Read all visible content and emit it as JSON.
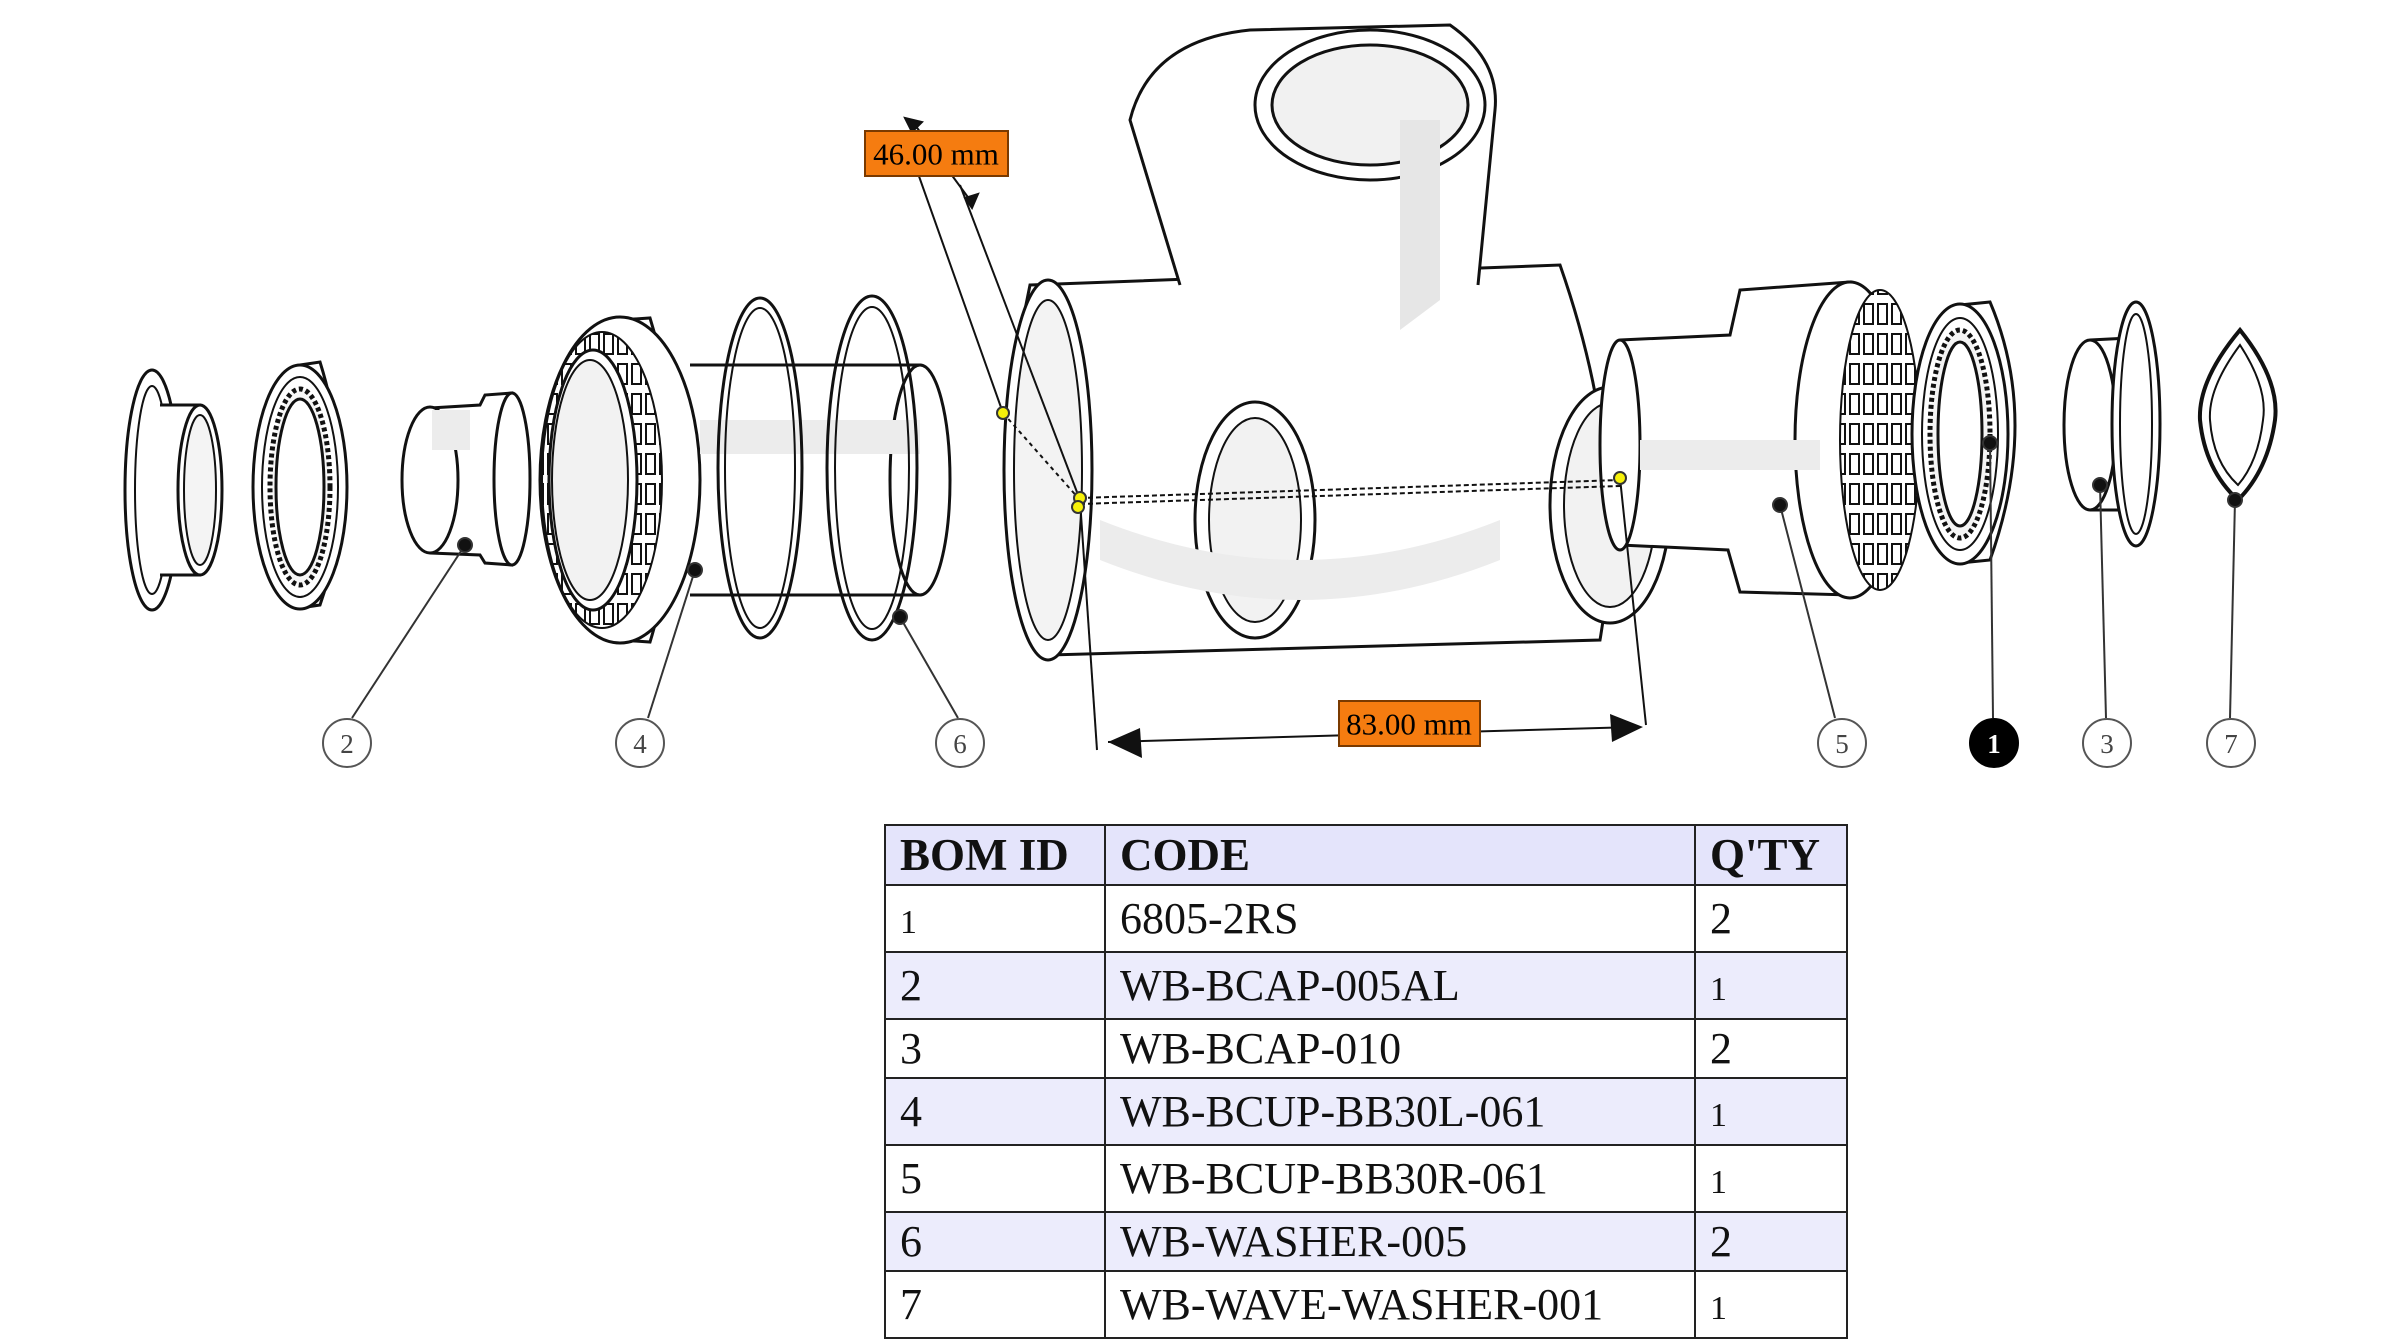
{
  "dimensions": [
    {
      "label": "46.00 mm"
    },
    {
      "label": "83.00 mm"
    }
  ],
  "balloons": [
    {
      "id": "2"
    },
    {
      "id": "4"
    },
    {
      "id": "6"
    },
    {
      "id": "5"
    },
    {
      "id": "1",
      "active": true
    },
    {
      "id": "3"
    },
    {
      "id": "7"
    }
  ],
  "bom": {
    "headers": {
      "id": "BOM ID",
      "code": "CODE",
      "qty": "Q'TY"
    },
    "rows": [
      {
        "id": "1",
        "code": "6805-2RS",
        "qty": "2"
      },
      {
        "id": "2",
        "code": "WB-BCAP-005AL",
        "qty": "1"
      },
      {
        "id": "3",
        "code": "WB-BCAP-010",
        "qty": "2"
      },
      {
        "id": "4",
        "code": "WB-BCUP-BB30L-061",
        "qty": "1"
      },
      {
        "id": "5",
        "code": "WB-BCUP-BB30R-061",
        "qty": "1"
      },
      {
        "id": "6",
        "code": "WB-WASHER-005",
        "qty": "2"
      },
      {
        "id": "7",
        "code": "WB-WAVE-WASHER-001",
        "qty": "1"
      }
    ]
  },
  "colors": {
    "dimension_label_bg": "#f57c10",
    "measure_point": "#f6f10a",
    "table_header_bg": "#e4e4fb",
    "table_alt_row_bg": "#ececfc",
    "active_balloon": "#000000"
  }
}
